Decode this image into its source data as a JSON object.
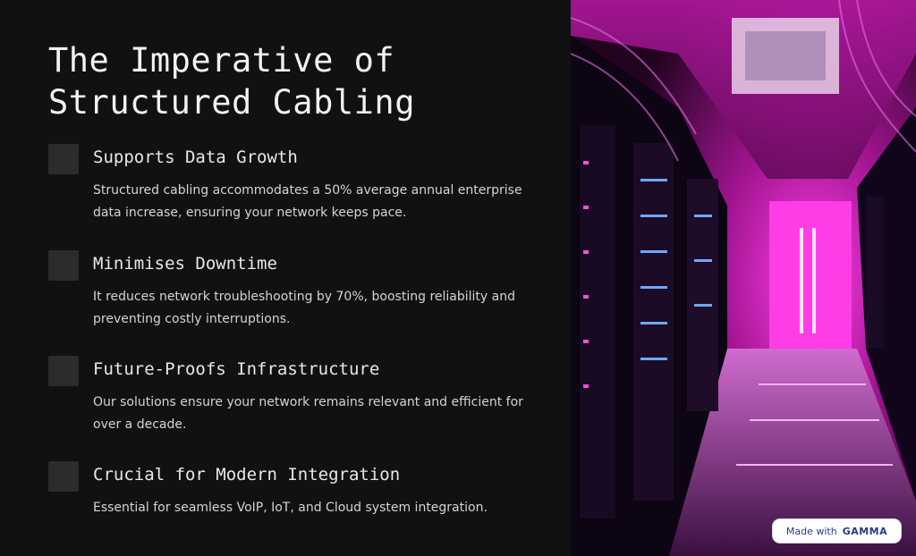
{
  "slide": {
    "title_line1": "The Imperative of",
    "title_line2": "Structured Cabling",
    "items": [
      {
        "heading": "Supports Data Growth",
        "text": "Structured cabling accommodates a 50% average annual enterprise data increase, ensuring your network keeps pace."
      },
      {
        "heading": "Minimises Downtime",
        "text": "It reduces network troubleshooting by 70%, boosting reliability and preventing costly interruptions."
      },
      {
        "heading": "Future-Proofs Infrastructure",
        "text": "Our solutions ensure your network remains relevant and efficient for over a decade."
      },
      {
        "heading": "Crucial for Modern Integration",
        "text": "Essential for seamless VoIP, IoT, and Cloud system integration."
      }
    ]
  },
  "badge": {
    "prefix": "Made with",
    "brand": "GAMMA"
  },
  "colors": {
    "background": "#111112",
    "bullet": "#2c2c2e",
    "accent": "#e020c8",
    "badge_text": "#2a3a8c"
  }
}
